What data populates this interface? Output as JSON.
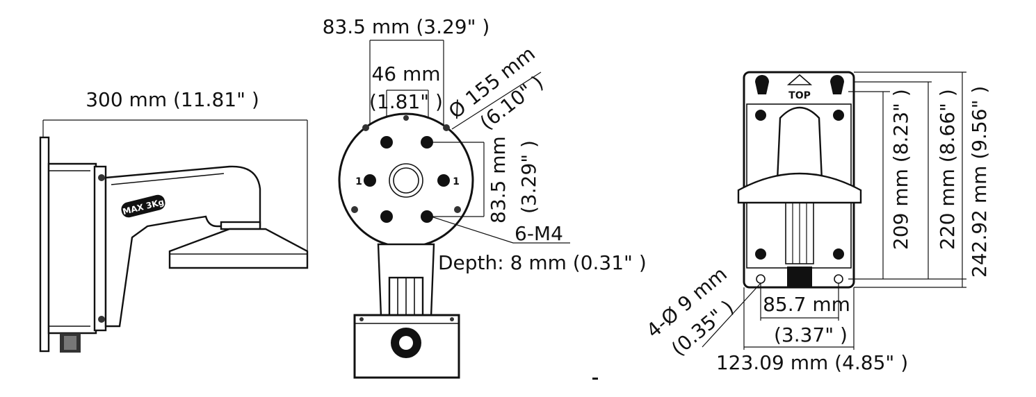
{
  "side_view": {
    "width_label": "300 mm (11.81\" )",
    "max_load_label": "MAX 3Kg"
  },
  "front_view": {
    "top_width_label": "83.5 mm (3.29\" )",
    "inner_width_mm": "46 mm",
    "inner_width_in": "(1.81\" )",
    "diameter_mm": "Ø 155 mm",
    "diameter_in": "(6.10\" )",
    "vertical_mm": "83.5 mm",
    "vertical_in": "(3.29\" )",
    "screw_label": "6-M4",
    "depth_label": "Depth: 8 mm (0.31\" )",
    "hole_marker_left": "1",
    "hole_marker_right": "1"
  },
  "back_view": {
    "top_marker": "TOP",
    "h1_label": "209 mm (8.23\" )",
    "h2_label": "220 mm (8.66\" )",
    "h3_label": "242.92 mm (9.56\" )",
    "holes_mm": "4-Ø 9 mm",
    "holes_in": "(0.35\" )",
    "inner_width_mm": "85.7 mm",
    "inner_width_in": "(3.37\" )",
    "outer_width_label": "123.09 mm (4.85\" )"
  }
}
